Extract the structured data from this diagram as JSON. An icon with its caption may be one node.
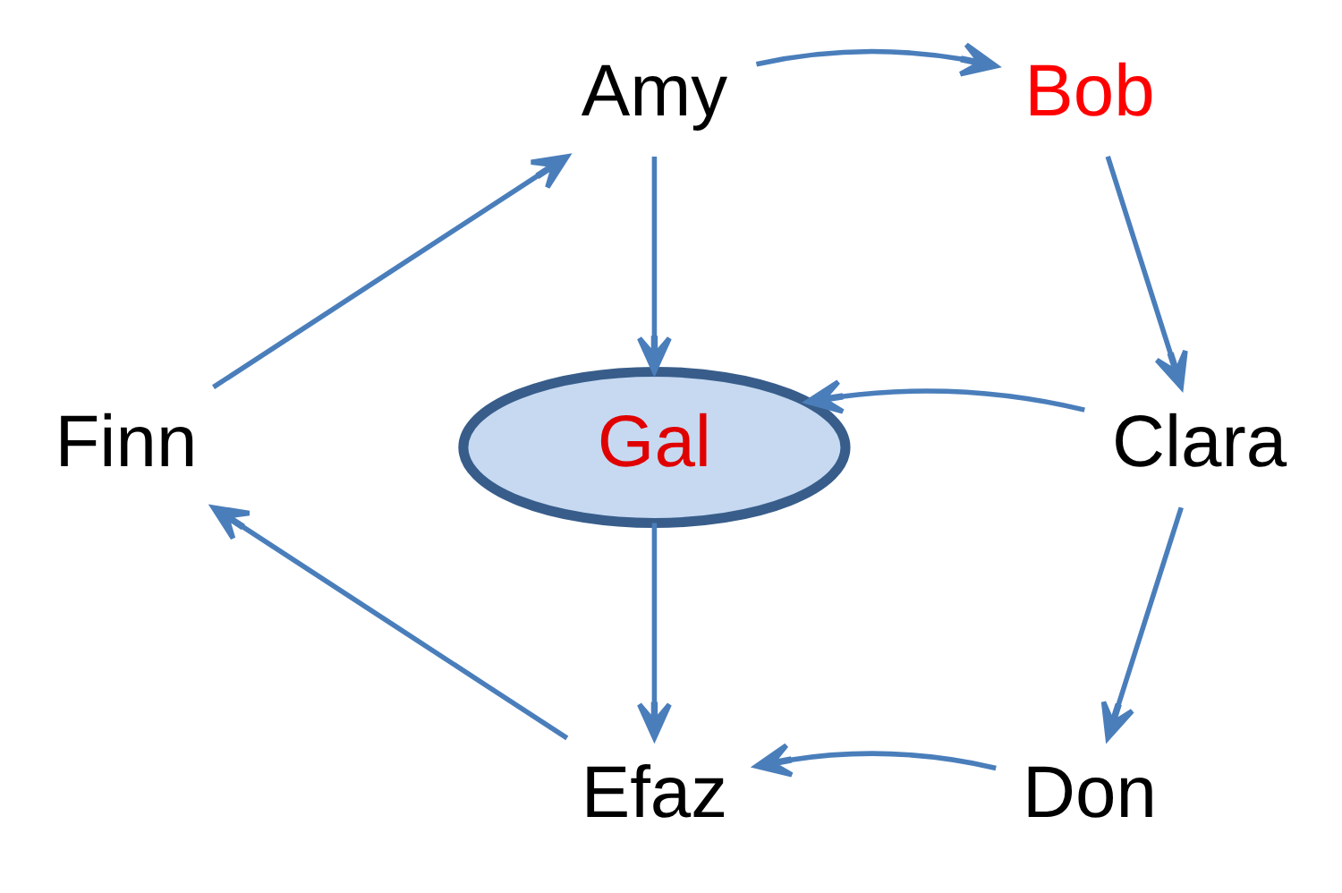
{
  "diagram": {
    "nodes": [
      {
        "text": [
          "Amy"
        ]
      },
      {
        "text": [
          "Bob"
        ]
      },
      {
        "text": [
          "Clara"
        ]
      },
      {
        "text": [
          "Don"
        ]
      },
      {
        "text": [
          "Efaz"
        ]
      },
      {
        "text": [
          "Finn"
        ]
      },
      {
        "text": [
          "Gal"
        ]
      }
    ],
    "edges": [
      {
        "from": 0,
        "to": 1,
        "arrow": "to"
      },
      {
        "from": 1,
        "to": 2,
        "arrow": "to"
      },
      {
        "from": 2,
        "to": 3,
        "arrow": "to"
      },
      {
        "from": 3,
        "to": 4,
        "arrow": "to"
      },
      {
        "from": 4,
        "to": 5,
        "arrow": "to"
      },
      {
        "from": 5,
        "to": 0,
        "arrow": "to"
      },
      {
        "from": 0,
        "to": 6,
        "arrow": "to"
      },
      {
        "from": 2,
        "to": 6,
        "arrow": "to"
      },
      {
        "from": 6,
        "to": 4,
        "arrow": "to"
      }
    ]
  }
}
